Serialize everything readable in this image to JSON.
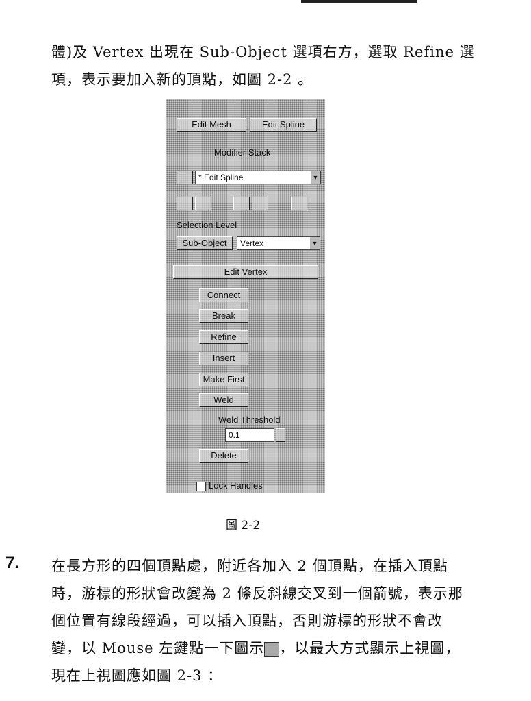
{
  "para1": {
    "line1": "體)及 Vertex 出現在 Sub-Object 選項右方，選取 Refine 選",
    "line2": "項，表示要加入新的頂點，如圖 2-2 。"
  },
  "figure": {
    "btn_edit_mesh": "Edit Mesh",
    "btn_edit_spline": "Edit Spline",
    "modifier_stack": "Modifier Stack",
    "stack_value": "* Edit Spline",
    "selection_level": "Selection Level",
    "sub_object": "Sub-Object",
    "level_value": "Vertex",
    "rollout": "Edit Vertex",
    "buttons": [
      "Connect",
      "Break",
      "Refine",
      "Insert",
      "Make First",
      "Weld"
    ],
    "weld_threshold": "Weld Threshold",
    "threshold_value": "0.1",
    "delete": "Delete",
    "lock_handles": "Lock Handles"
  },
  "caption": "圖 2-2",
  "step": {
    "number": "7.",
    "lines": [
      "在長方形的四個頂點處，附近各加入 2 個頂點，在插入頂點",
      "時，游標的形狀會改變為 2 條反斜線交叉到一個箭號，表示那",
      "個位置有線段經過，可以插入頂點，否則游標的形狀不會改",
      "變，以 Mouse 左鍵點一下圖示",
      "，以最大方式顯示上視圖，",
      "現在上視圖應如圖 2-3 ："
    ]
  }
}
